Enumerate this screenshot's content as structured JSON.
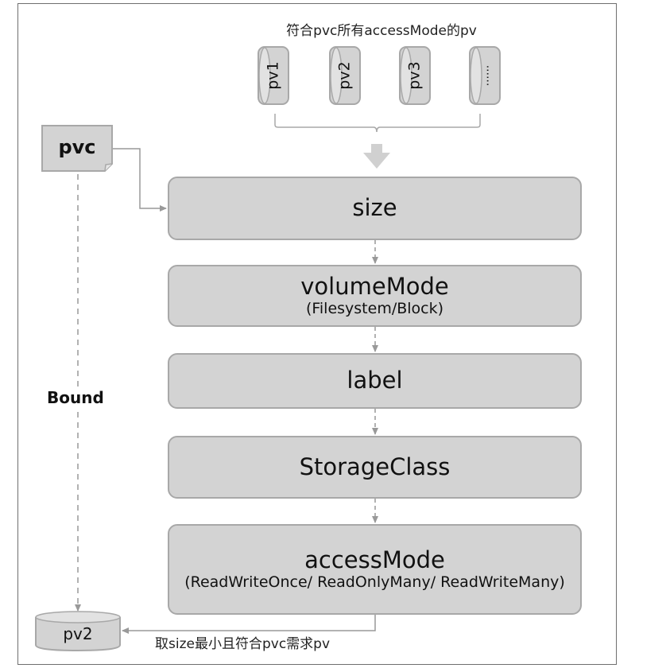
{
  "title": "符合pvc所有accessMode的pv",
  "candidate_pvs": [
    {
      "label": "pv1"
    },
    {
      "label": "pv2"
    },
    {
      "label": "pv3"
    },
    {
      "label": "......"
    }
  ],
  "pvc": {
    "label": "pvc"
  },
  "steps": [
    {
      "main": "size",
      "sub": ""
    },
    {
      "main": "volumeMode",
      "sub": "(Filesystem/Block)"
    },
    {
      "main": "label",
      "sub": ""
    },
    {
      "main": "StorageClass",
      "sub": ""
    },
    {
      "main": "accessMode",
      "sub": "(ReadWriteOnce/ ReadOnlyMany/ ReadWriteMany)"
    }
  ],
  "bound_label": "Bound",
  "result_pv": {
    "label": "pv2"
  },
  "result_note": "取size最小且符合pvc需求pv",
  "colors": {
    "fill": "#d3d3d3",
    "stroke": "#a8a8a8",
    "connector": "#999999",
    "frame": "#6f6f6f"
  }
}
